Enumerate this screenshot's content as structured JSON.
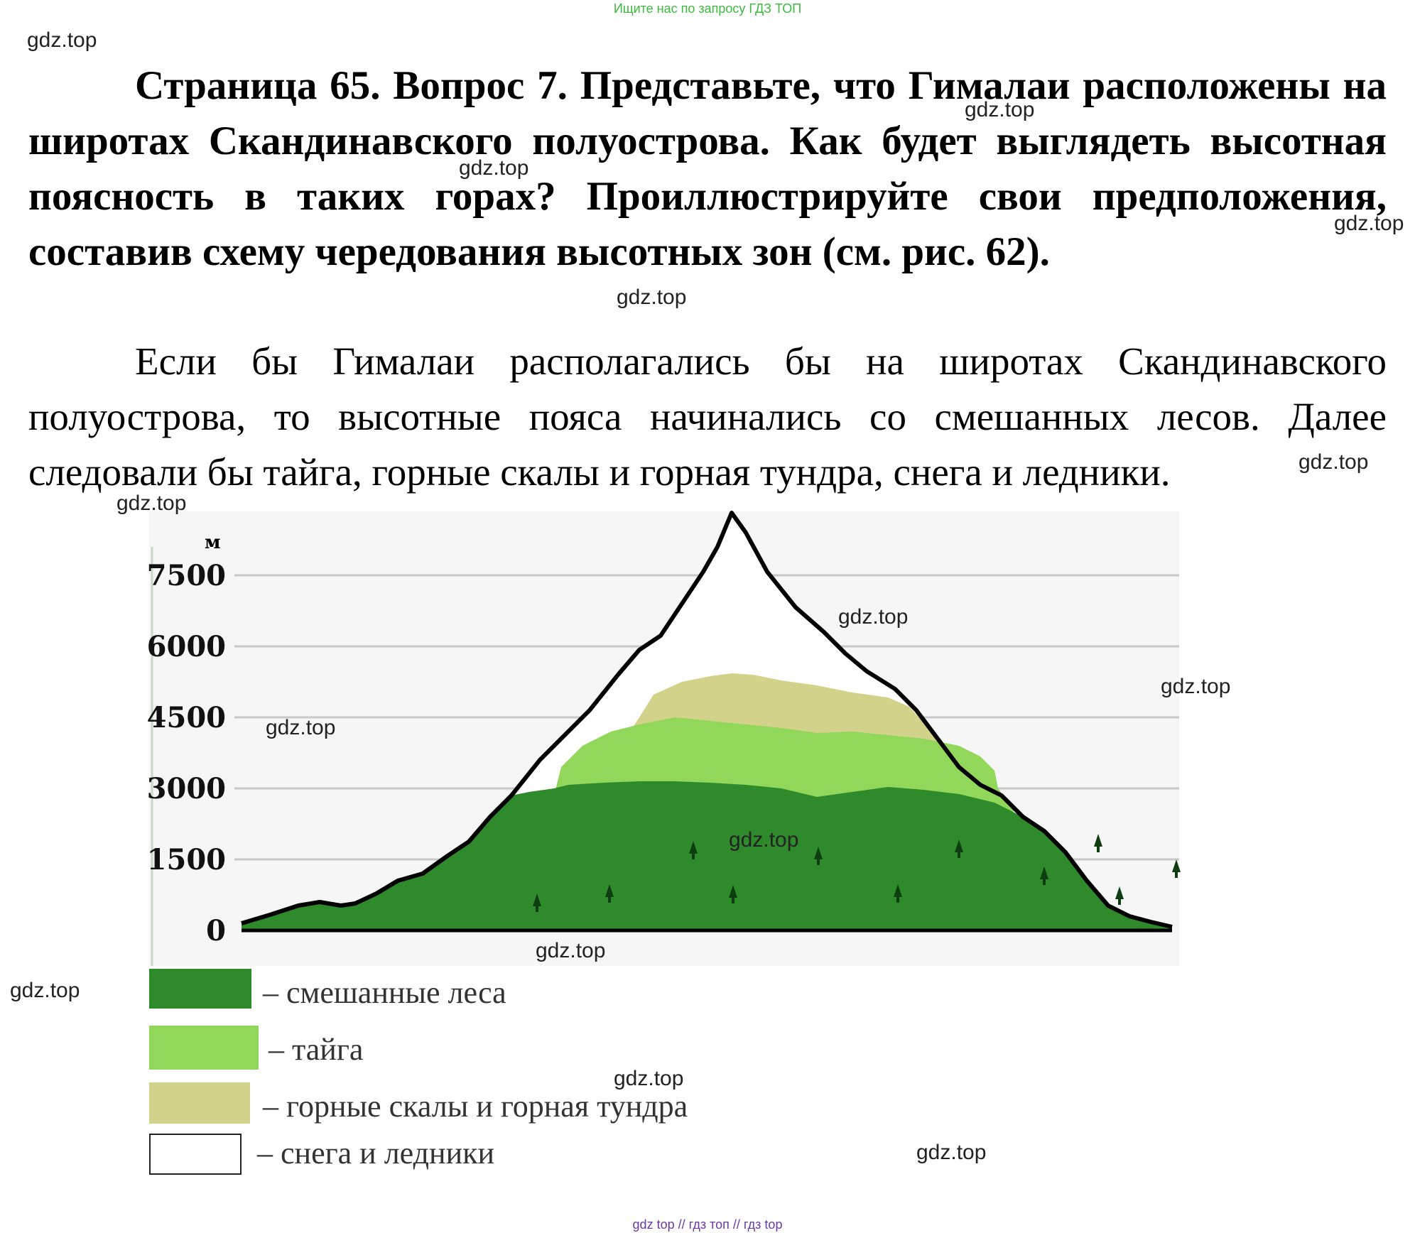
{
  "header": {
    "top_note": "Ищите нас по запросу ГДЗ ТОП"
  },
  "question": {
    "text": "Страница 65. Вопрос 7. Представьте, что Гималаи расположены на широтах Скандинавского полуострова. Как будет выглядеть высотная поясность в таких горах? Проиллюстрируйте свои предположения, составив схему чередования высотных зон (см. рис. 62)."
  },
  "answer": {
    "text": "Если бы Гималаи располагались бы на широтах Скандинавского полуострова, то высотные пояса начинались со смешанных лесов. Далее следовали бы тайга, горные скалы и горная тундра, снега и ледники."
  },
  "figure": {
    "unit_label": "м",
    "y_ticks": [
      {
        "label": "7500",
        "value": 7500
      },
      {
        "label": "6000",
        "value": 6000
      },
      {
        "label": "4500",
        "value": 4500
      },
      {
        "label": "3000",
        "value": 3000
      },
      {
        "label": "1500",
        "value": 1500
      },
      {
        "label": "0",
        "value": 0
      }
    ],
    "colors": {
      "mixed_forest": "#2f8a2b",
      "taiga": "#90d75a",
      "tundra": "#d3d28a",
      "snow": "#ffffff",
      "outline": "#000000",
      "grid": "#c8c8c8",
      "tree": "#0f3d12"
    }
  },
  "legend": [
    {
      "label": "– смешанные леса",
      "color": "#2f8a2b"
    },
    {
      "label": "– тайга",
      "color": "#90d75a"
    },
    {
      "label": "– горные скалы и горная тундра",
      "color": "#d3d28a"
    },
    {
      "label": "– снега и ледники",
      "color": "#ffffff"
    }
  ],
  "watermarks": [
    "gdz.top",
    "gdz.top",
    "gdz.top",
    "gdz.top",
    "gdz.top",
    "gdz.top",
    "gdz.top",
    "gdz.top",
    "gdz.top",
    "gdz.top",
    "gdz.top",
    "gdz.top",
    "gdz.top",
    "gdz.top",
    "gdz.top"
  ],
  "footer": {
    "bottom_note": "gdz top // гдз топ // гдз top"
  }
}
